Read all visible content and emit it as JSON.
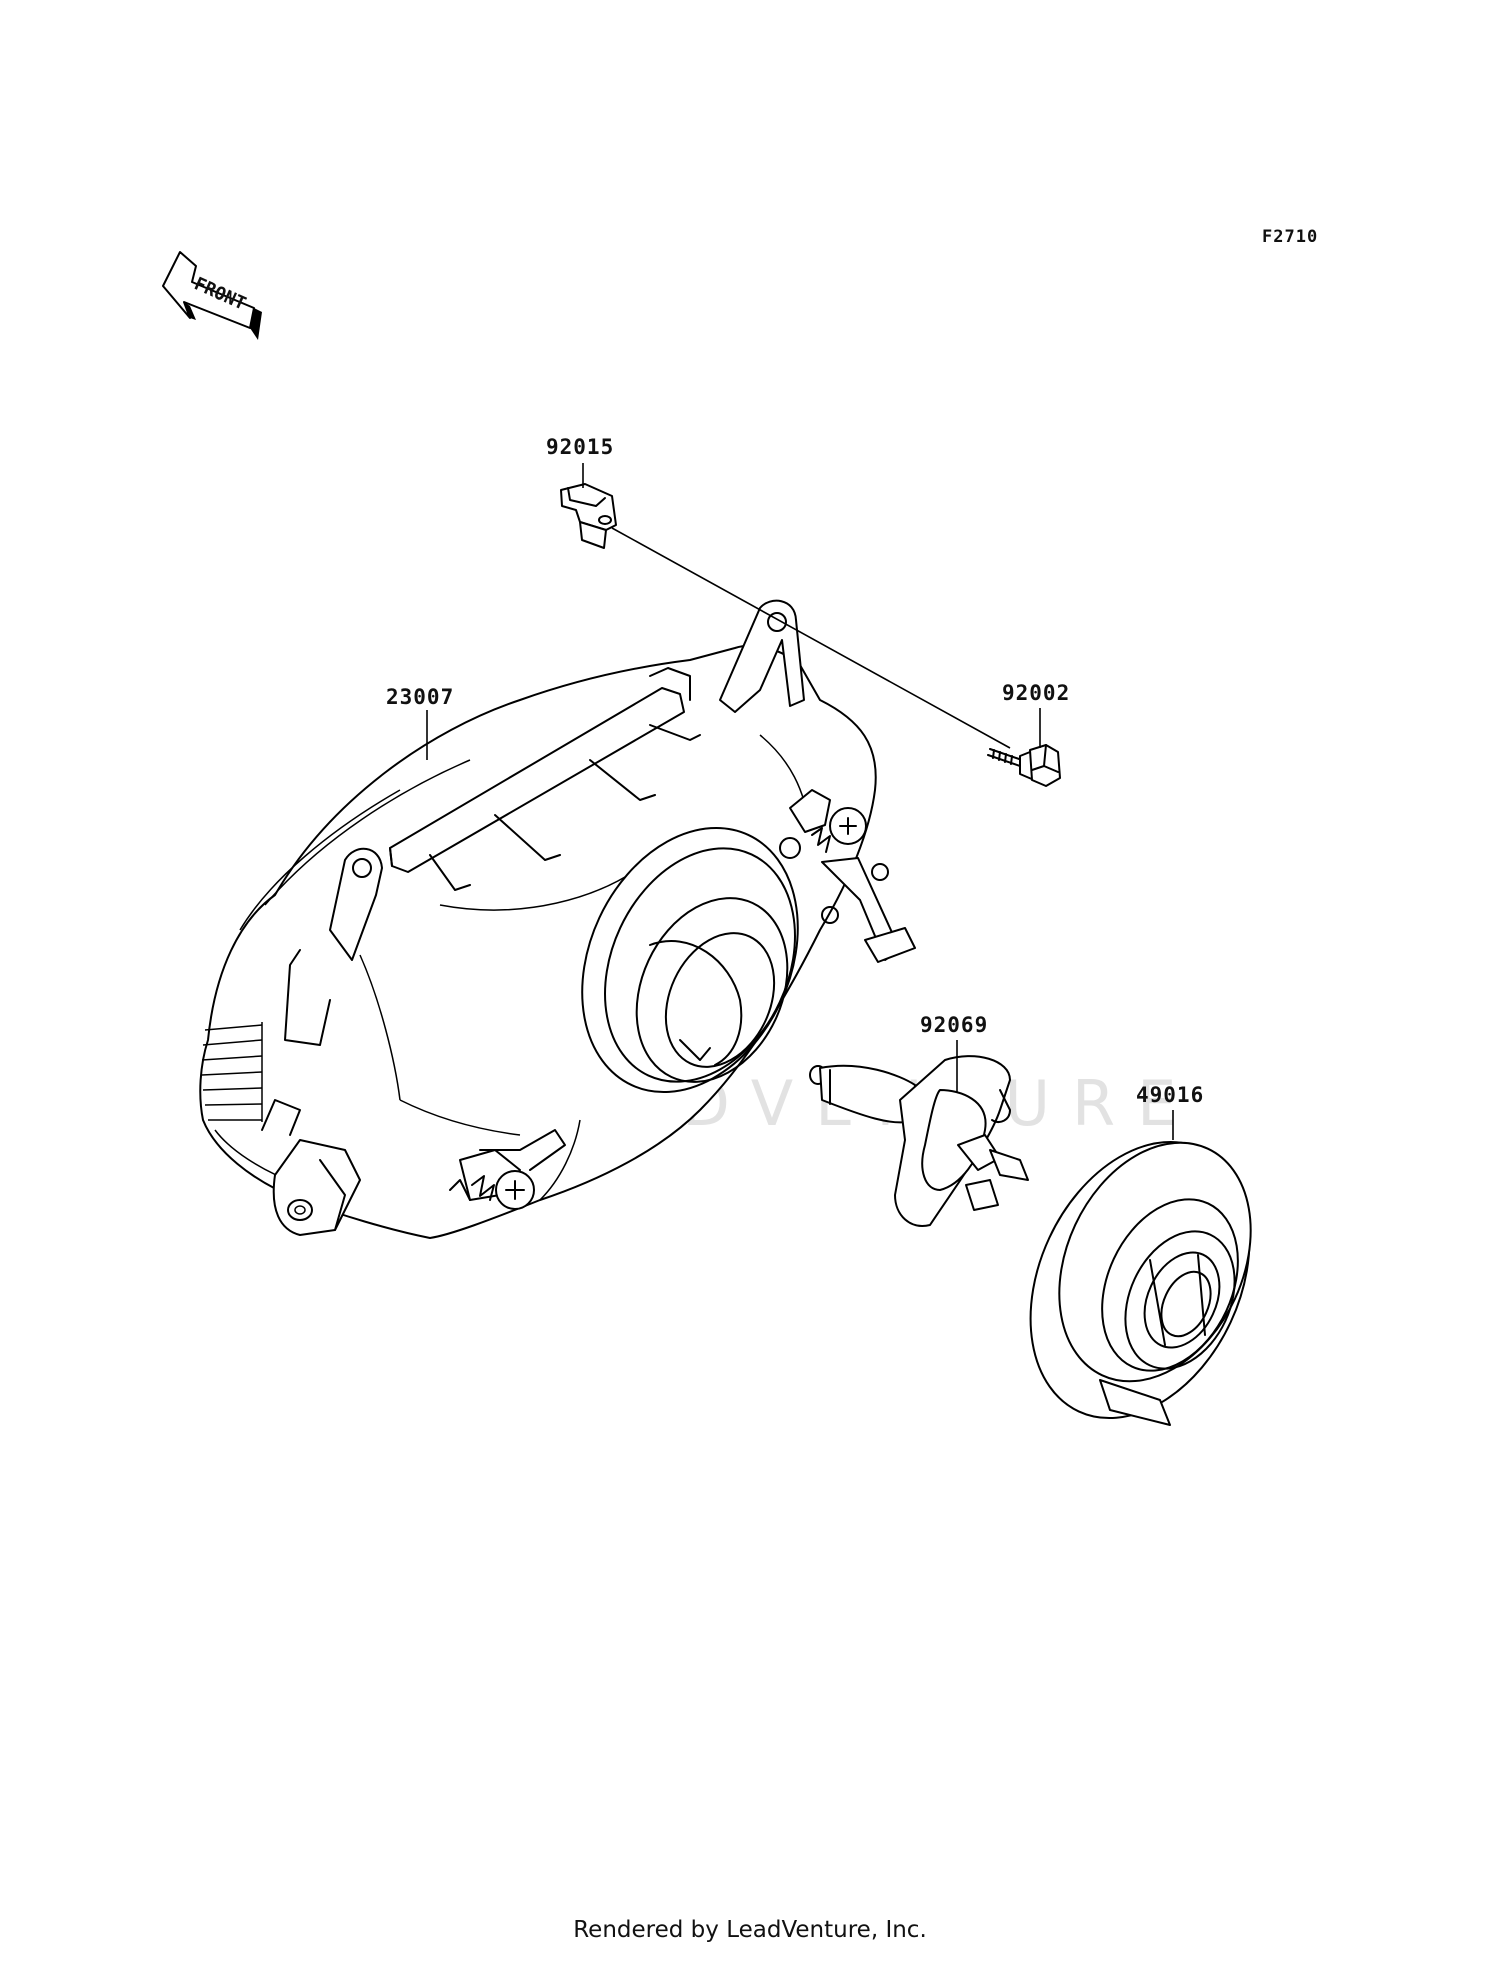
{
  "diagram_ref": "F2710",
  "front_marker": "FRONT",
  "parts": [
    {
      "number": "92015"
    },
    {
      "number": "23007"
    },
    {
      "number": "92002"
    },
    {
      "number": "92069"
    },
    {
      "number": "49016"
    }
  ],
  "watermark": "LEADVENTURE",
  "footer": "Rendered by LeadVenture, Inc."
}
